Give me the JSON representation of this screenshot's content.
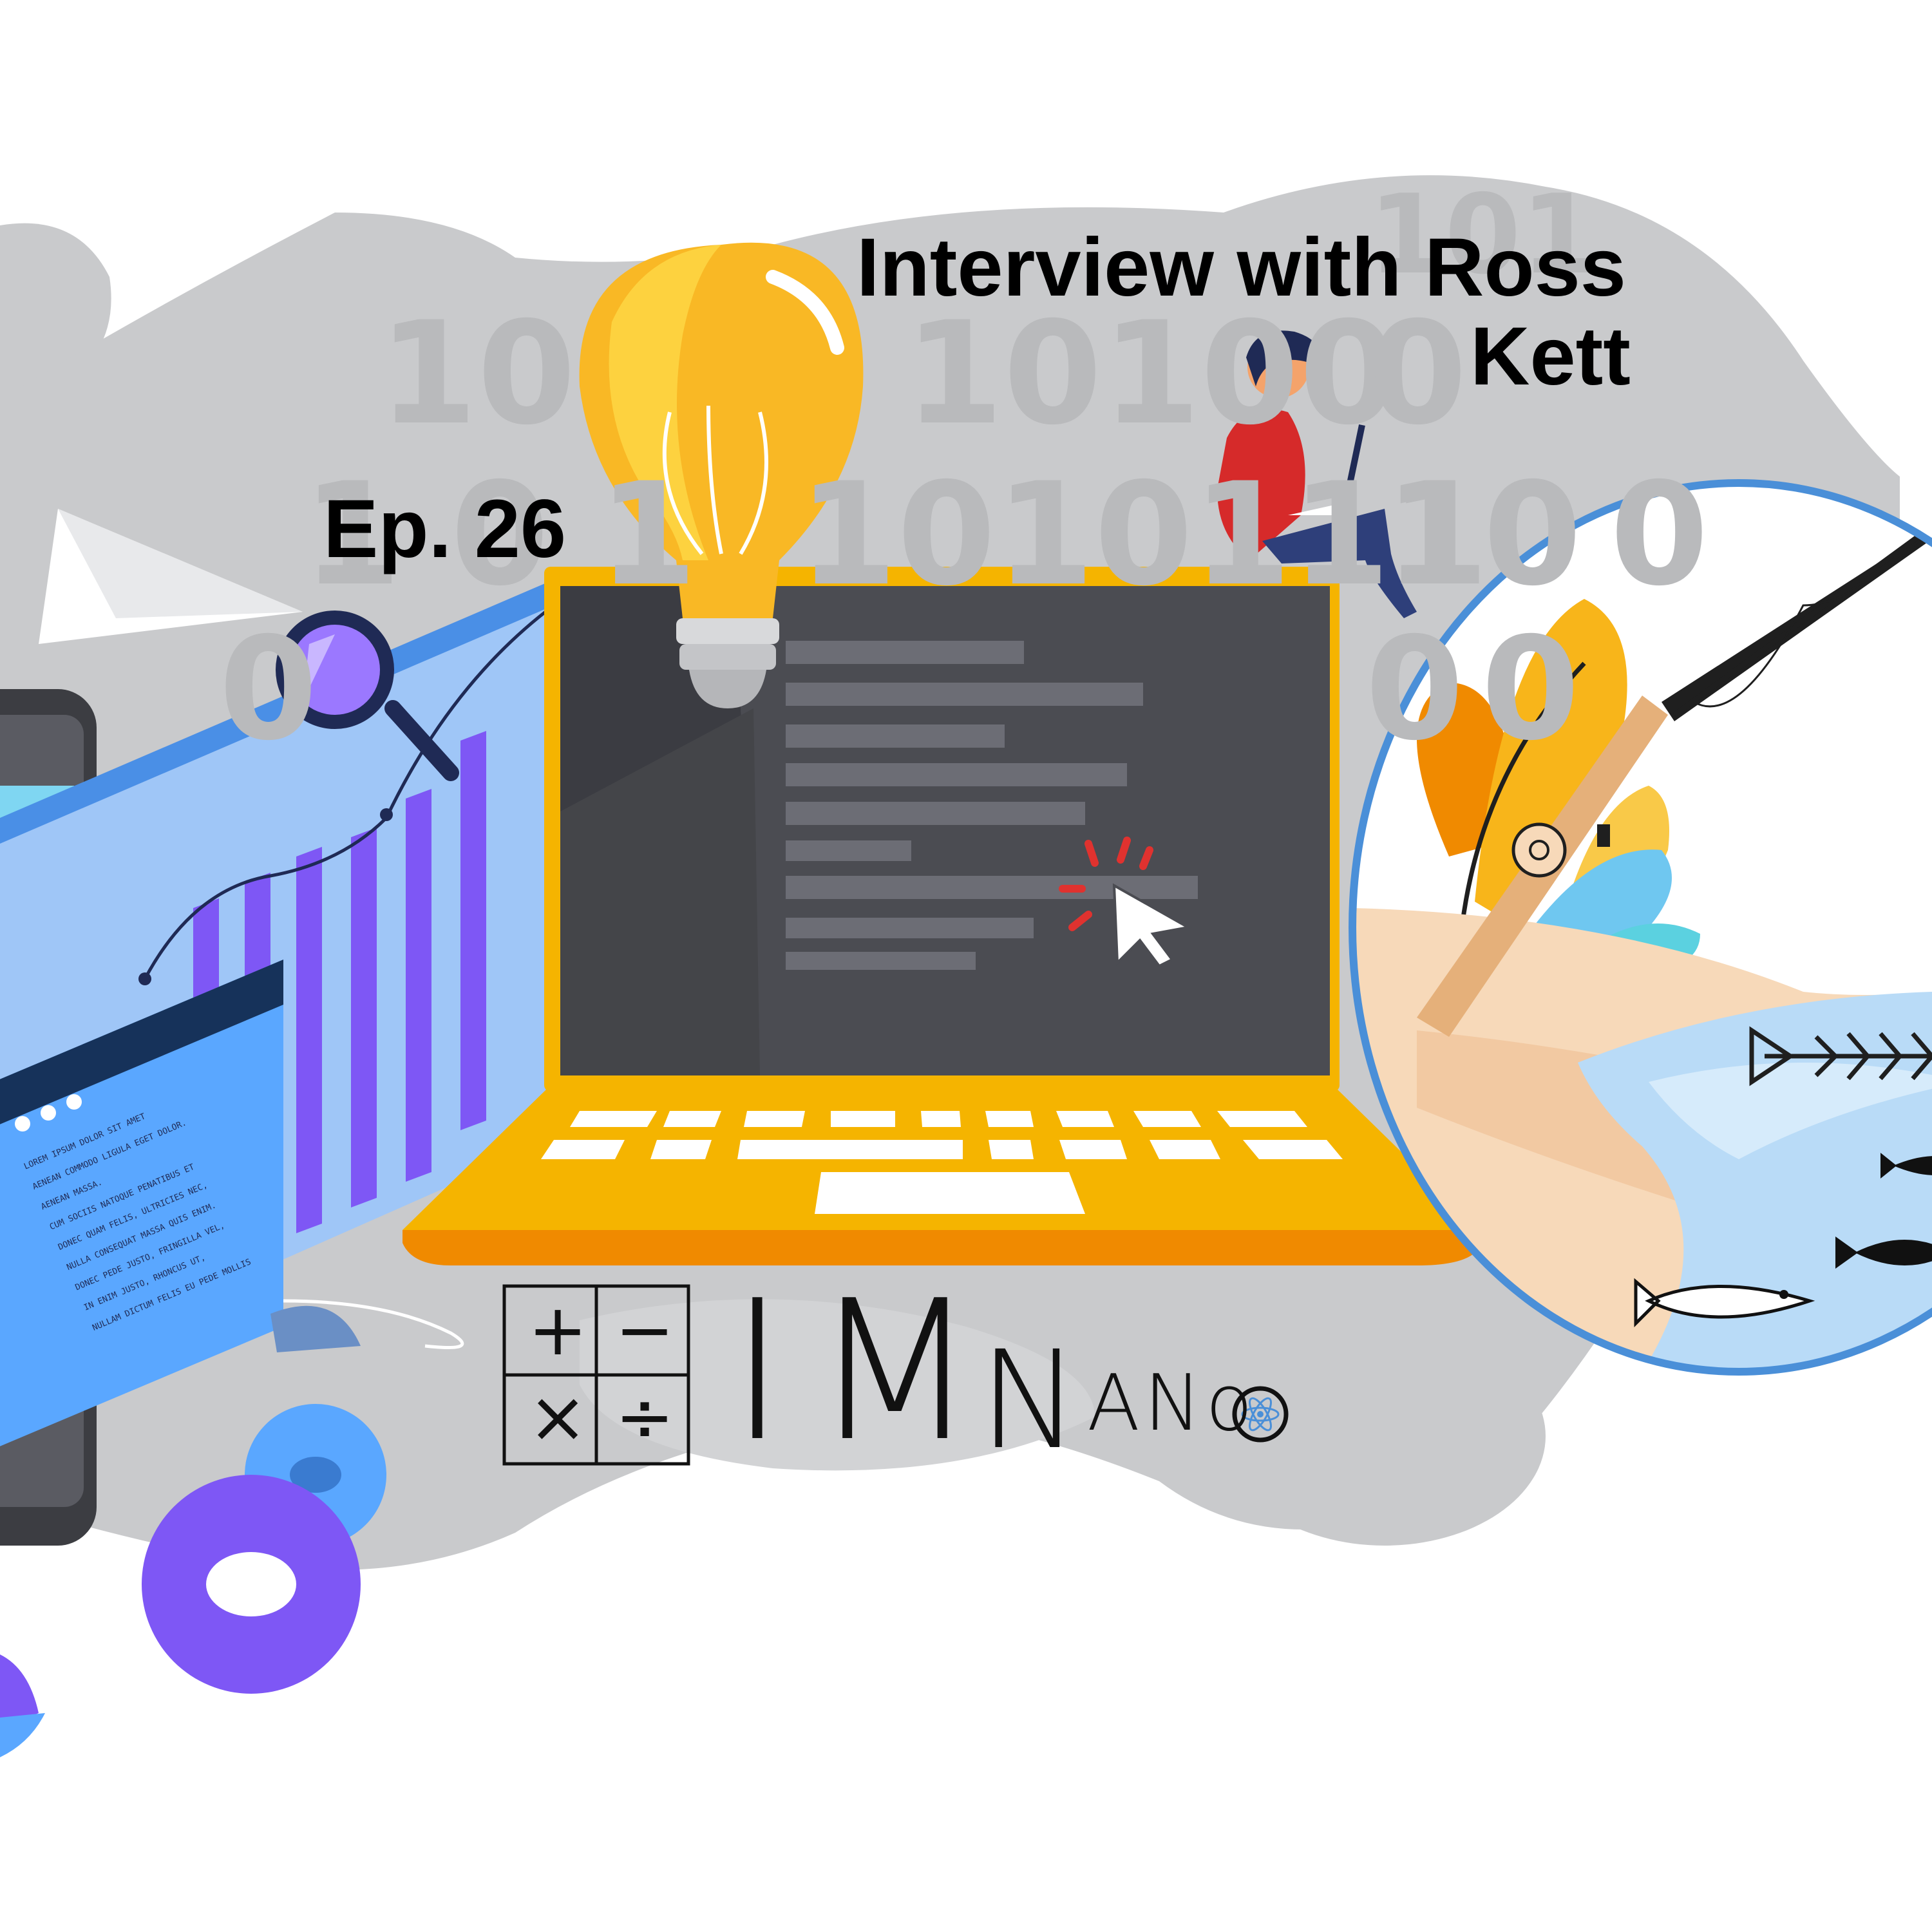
{
  "title": {
    "line1": "Interview with Ross",
    "line2": "Kett"
  },
  "episode": "Ep. 26",
  "logo": {
    "letter_i": "I",
    "letter_m": "M",
    "letter_n": "N",
    "suffix": "ANo",
    "calculator_symbols": [
      "+",
      "−",
      "×",
      "÷"
    ]
  },
  "background_binary": [
    "10",
    "10100",
    "0",
    "101",
    "1 0 1",
    "1010111",
    "10",
    "0",
    "0",
    "0",
    "0"
  ],
  "document_text_lines": [
    "LOREM IPSUM DOLOR SIT AMET",
    "AENEAN COMMODO LIGULA EGET DOLOR.",
    "AENEAN MASSA.",
    "CUM SOCIIS NATOQUE PENATIBUS ET",
    "DONEC QUAM FELIS, ULTRICIES NEC,",
    "NULLA CONSEQUAT MASSA QUIS ENIM.",
    "DONEC PEDE JUSTO, FRINGILLA VEL,",
    "IN ENIM JUSTO, RHONCUS UT,",
    "NULLAM DICTUM FELIS EU PEDE MOLLIS"
  ],
  "colors": {
    "blob_gray": "#c9cacc",
    "laptop_yellow": "#f5b400",
    "laptop_orange": "#f08a00",
    "screen_dark": "#4b4c52",
    "bar_purple": "#7e57f5",
    "panel_blue": "#9fc6f7",
    "circle_border": "#4a8fd8",
    "water_blue": "#b9dbf7",
    "sand": "#f7d9b9",
    "person_shirt": "#d62a2a"
  },
  "icons": [
    "lightbulb-icon",
    "magnifier-icon",
    "gear-icon",
    "cursor-icon",
    "fishing-rod-icon",
    "fish-icon",
    "fish-skeleton-icon",
    "atom-icon",
    "paper-plane-icon"
  ]
}
